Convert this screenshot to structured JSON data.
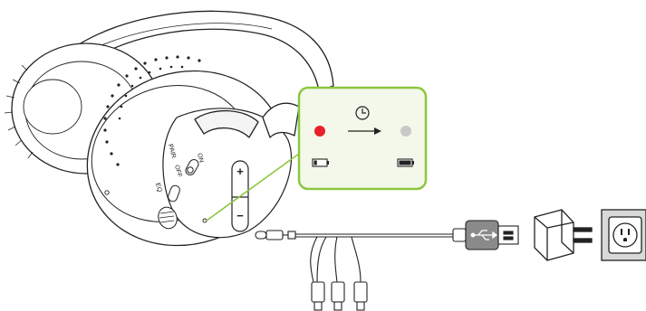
{
  "headphones": {
    "switch_labels": {
      "pair": "PAIR",
      "off": "OFF",
      "on": "ON",
      "eq": "EQ"
    },
    "buttons": [
      "+",
      "−"
    ]
  },
  "callout": {
    "border_color": "#8dc63f",
    "fill_color": "#f3f8ea",
    "clock_icon": "clock-icon",
    "arrow_icon": "arrow-right-icon",
    "start_state": {
      "led_color": "#e8202a",
      "battery_level": 0.1,
      "battery_icon": "battery-low-icon"
    },
    "end_state": {
      "led_color": "#c8c8c8",
      "battery_level": 1.0,
      "battery_icon": "battery-full-icon"
    }
  },
  "cable": {
    "usb_symbol": "usb-symbol-icon",
    "connectors": [
      "usb-c",
      "micro-usb",
      "lightning",
      "usb-a"
    ]
  },
  "charger": {
    "adapter_icon": "wall-adapter-icon",
    "outlet_icon": "wall-outlet-icon"
  }
}
